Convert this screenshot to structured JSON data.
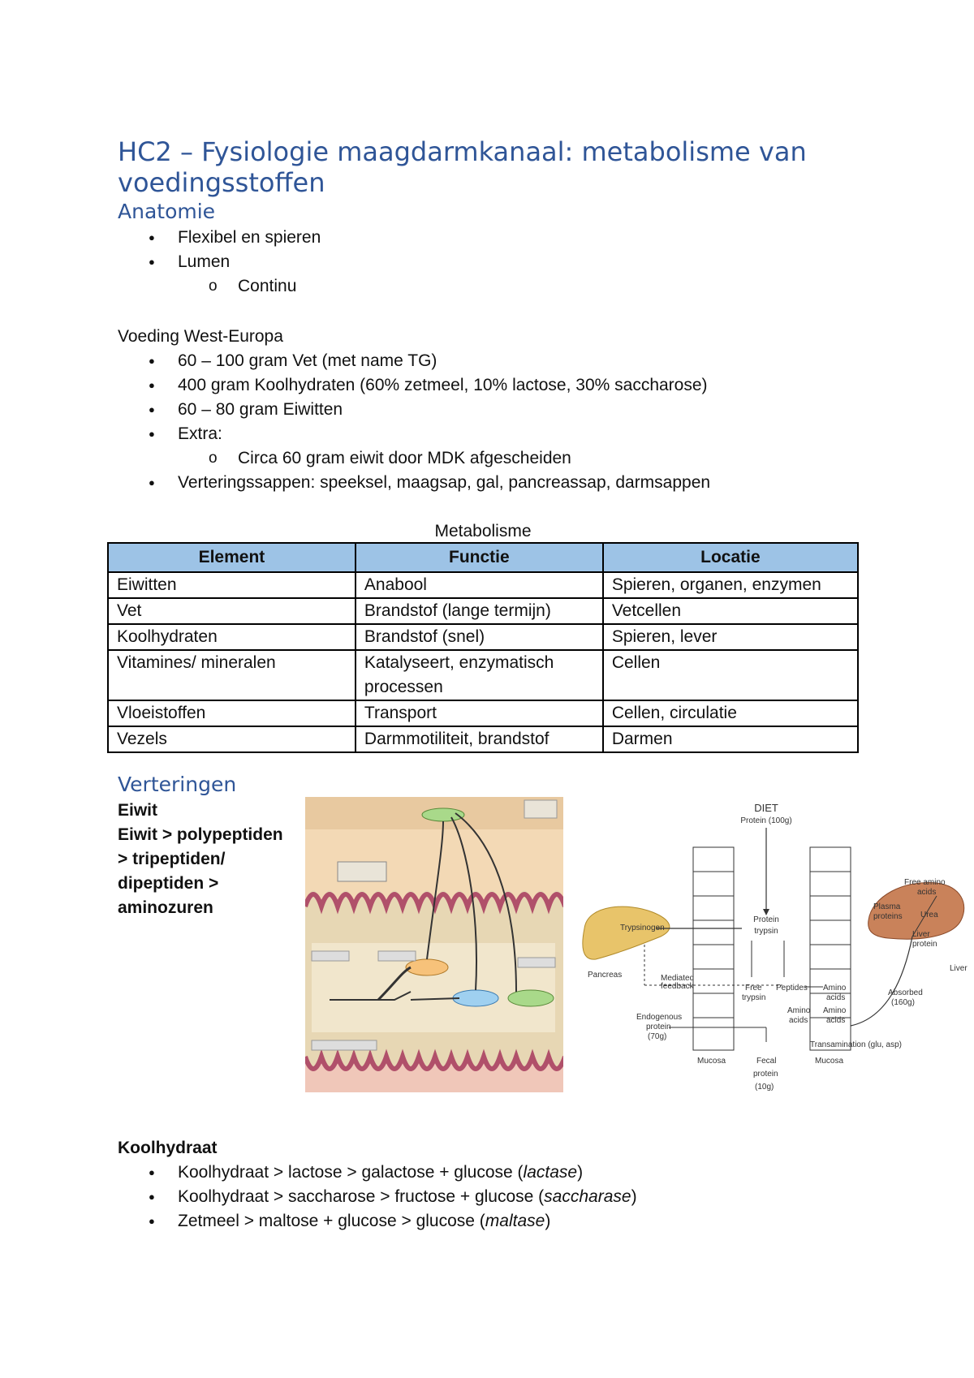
{
  "title": "HC2 – Fysiologie maagdarmkanaal: metabolisme van voedingsstoffen",
  "anatomie": {
    "heading": "Anatomie",
    "items": [
      "Flexibel en spieren",
      "Lumen"
    ],
    "sub": "Continu"
  },
  "voeding": {
    "heading": "Voeding West-Europa",
    "items": [
      "60 – 100 gram Vet (met name TG)",
      "400 gram Koolhydraten (60% zetmeel, 10% lactose, 30% saccharose)",
      "60 – 80 gram Eiwitten",
      "Extra:"
    ],
    "sub": "Circa 60 gram eiwit door MDK afgescheiden",
    "last": "Verteringssappen: speeksel, maagsap, gal, pancreassap, darmsappen"
  },
  "table": {
    "caption": "Metabolisme",
    "headers": [
      "Element",
      "Functie",
      "Locatie"
    ],
    "rows": [
      [
        "Eiwitten",
        "Anabool",
        "Spieren, organen, enzymen"
      ],
      [
        "Vet",
        "Brandstof (lange termijn)",
        "Vetcellen"
      ],
      [
        "Koolhydraten",
        "Brandstof (snel)",
        "Spieren, lever"
      ],
      [
        "Vitamines/ mineralen",
        "Katalyseert, enzymatisch processen",
        "Cellen"
      ],
      [
        "Vloeistoffen",
        "Transport",
        "Cellen, circulatie"
      ],
      [
        "Vezels",
        "Darmmotiliteit, brandstof",
        "Darmen"
      ]
    ]
  },
  "verteringen": {
    "heading": "Verteringen",
    "eiwit_title": "Eiwit",
    "eiwit_text": "Eiwit > polypeptiden > tripeptiden/ dipeptiden > aminozuren"
  },
  "figure_right": {
    "diet": "DIET",
    "diet_protein": "Protein (100g)",
    "protein": "Protein",
    "trypsin": "trypsin",
    "trypsinogen": "Trypsinogen",
    "pancreas": "Pancreas",
    "mediated": "Mediated",
    "feedback": "feedback",
    "free": "Free",
    "free_trypsin": "trypsin",
    "peptides": "Peptides",
    "amino": "Amino",
    "acids": "acids",
    "endogenous": "Endogenous",
    "endogenous_protein": "protein",
    "endogenous_amount": "(70g)",
    "mucosa": "Mucosa",
    "fecal": "Fecal",
    "fecal_protein": "protein",
    "fecal_amount": "(10g)",
    "transamination": "Transamination (glu, asp)",
    "absorbed": "Absorbed",
    "absorbed_amount": "(160g)",
    "free_amino": "Free amino",
    "free_amino2": "acids",
    "plasma": "Plasma",
    "proteins": "proteins",
    "urea": "Urea",
    "liver_protein": "Liver",
    "liver_protein2": "protein",
    "liver": "Liver"
  },
  "koolhydraat": {
    "title": "Koolhydraat",
    "items": [
      {
        "text": "Koolhydraat > lactose > galactose + glucose (",
        "enzyme": "lactase",
        "end": ")"
      },
      {
        "text": "Koolhydraat > saccharose > fructose + glucose (",
        "enzyme": "saccharase",
        "end": ")"
      },
      {
        "text": "Zetmeel > maltose + glucose > glucose (",
        "enzyme": "maltase",
        "end": ")"
      }
    ]
  },
  "colors": {
    "heading": "#2f5597",
    "table_header": "#9dc3e6",
    "liver": "#c9825a",
    "pancreas": "#e8c46a"
  }
}
